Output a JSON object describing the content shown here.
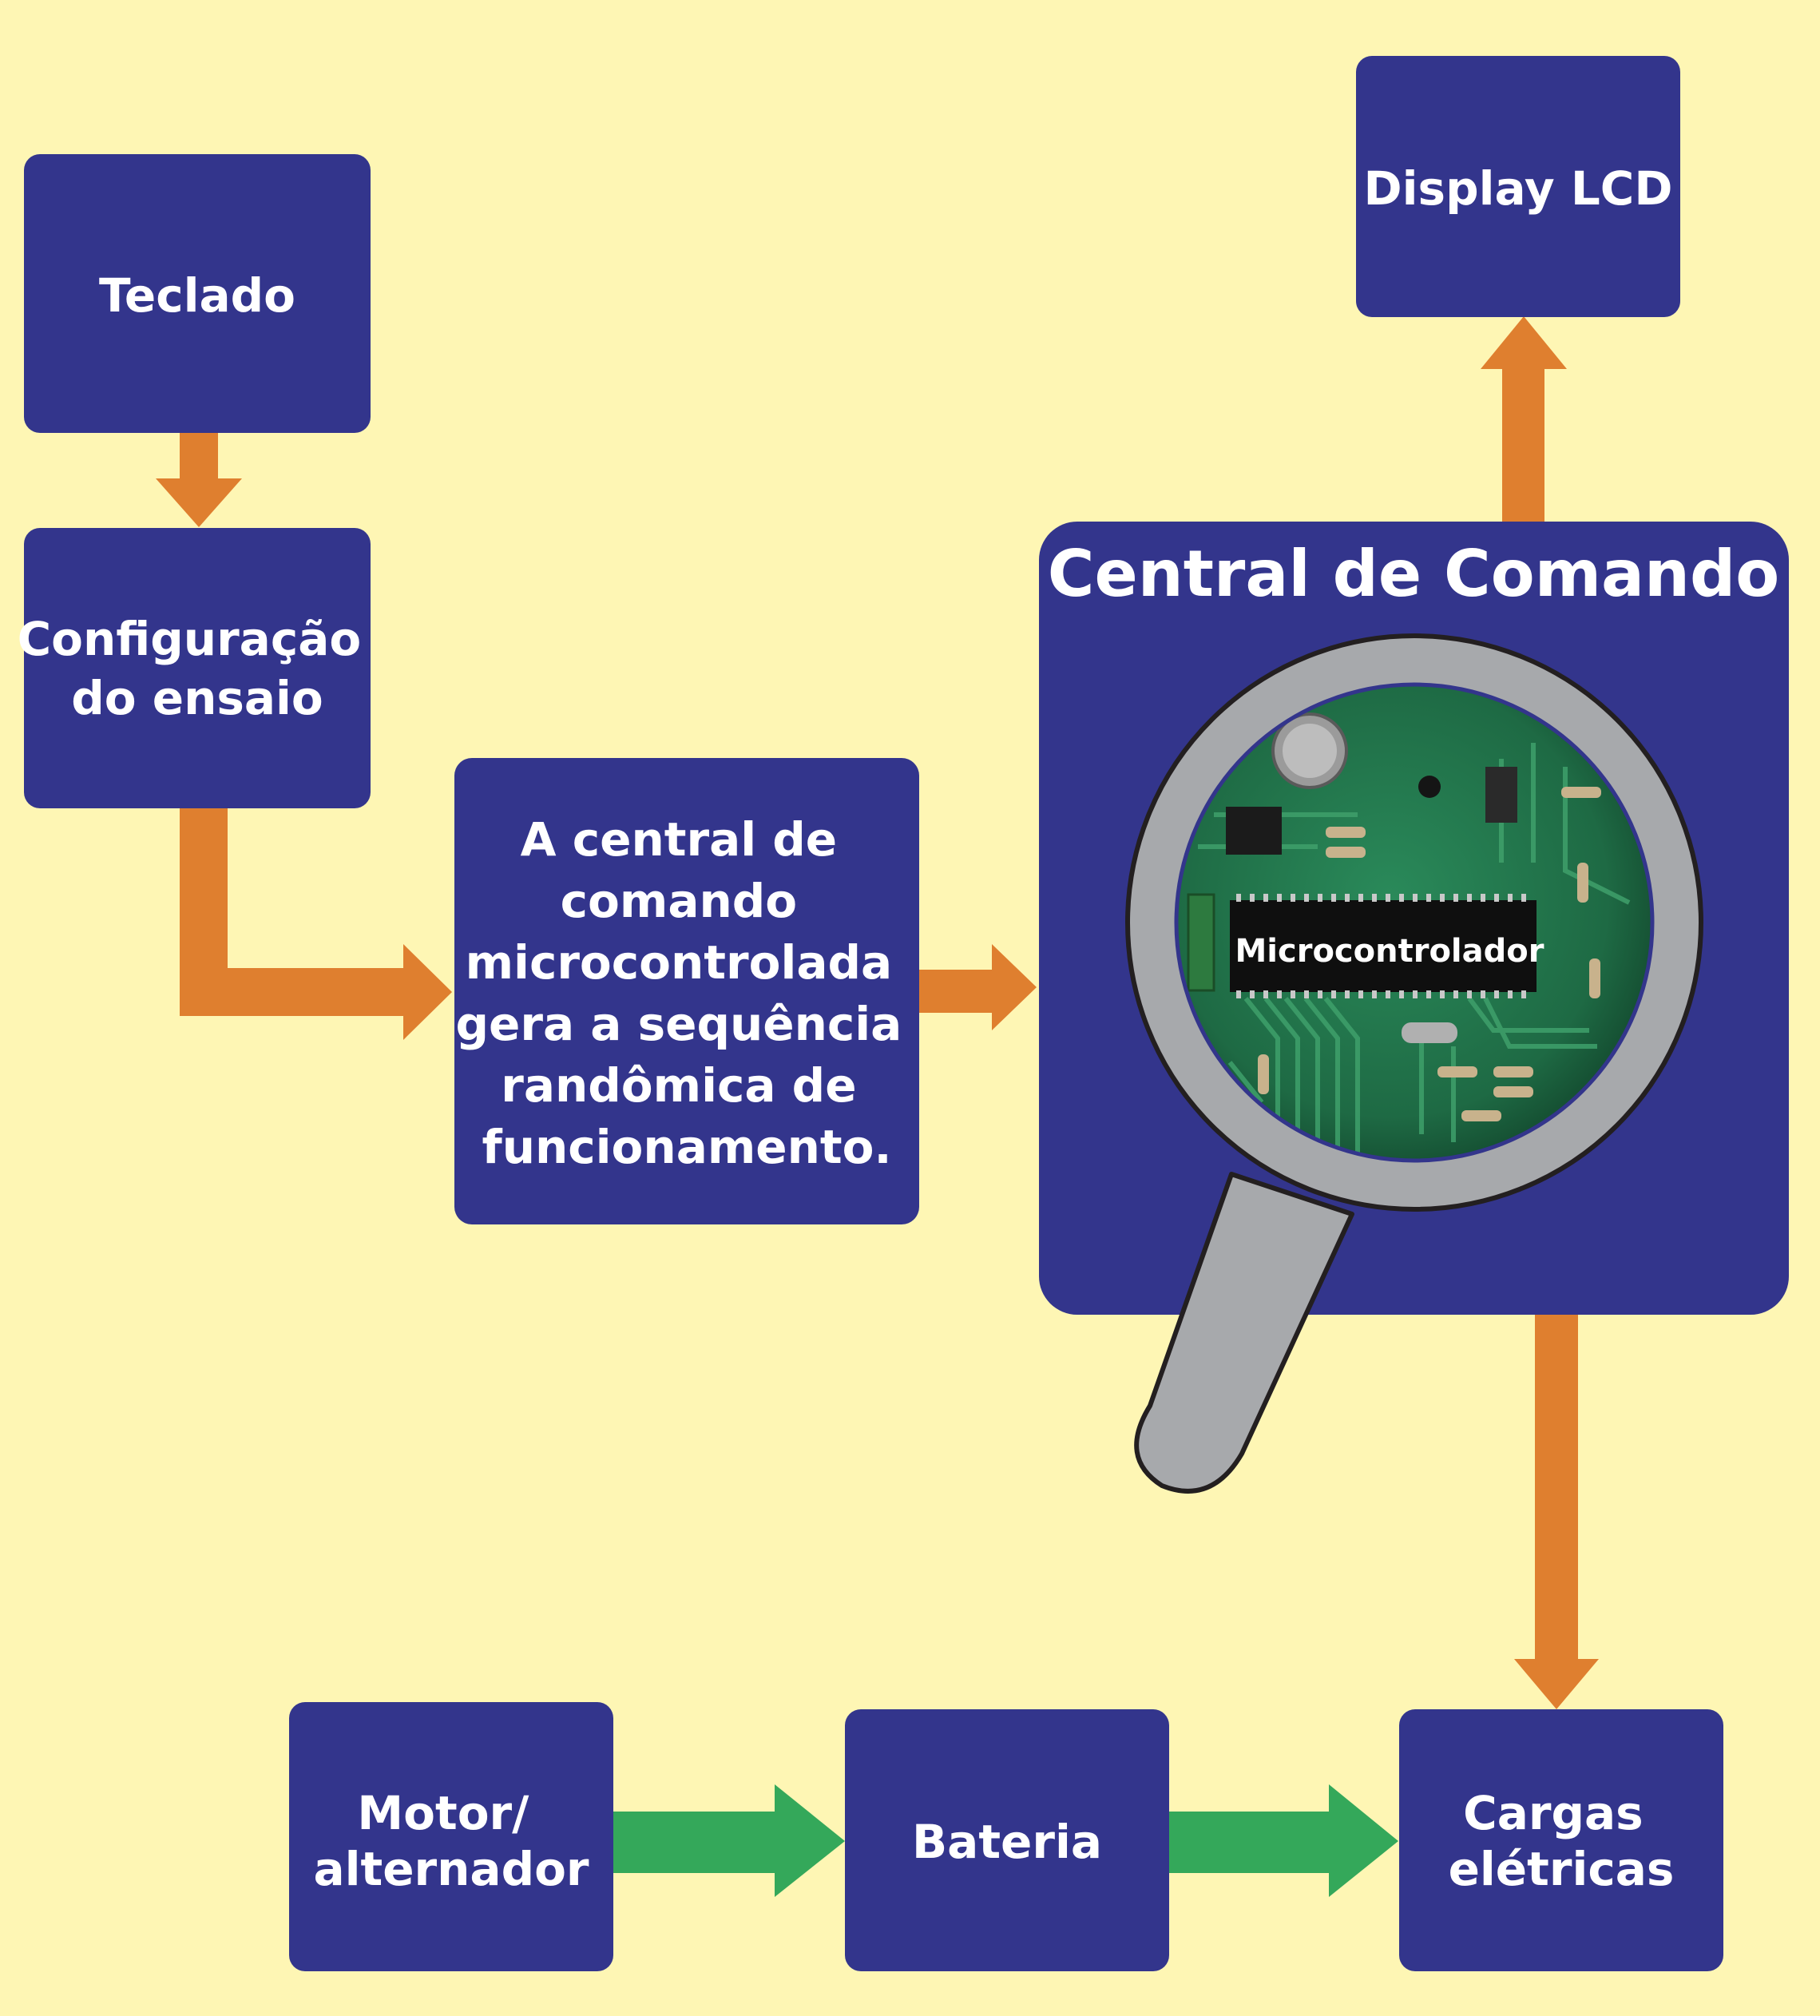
{
  "colors": {
    "background": "#fef6b4",
    "box": "#33358c",
    "arrow_control": "#df7f2f",
    "arrow_power": "#34a85a",
    "text": "#ffffff",
    "lens_ring": "#a7a9ac",
    "lens_outline": "#231f20",
    "pcb_green": "#1f6b45"
  },
  "boxes": {
    "teclado": {
      "label": "Teclado"
    },
    "configuracao": {
      "lines": [
        "Configuração",
        "do ensaio"
      ]
    },
    "sequencia": {
      "lines": [
        "A central de",
        "comando",
        "microcontrolada",
        "gera a sequência",
        "randômica de",
        "funcionamento."
      ]
    },
    "display": {
      "label": "Display LCD"
    },
    "central": {
      "title": "Central de Comando"
    },
    "motor": {
      "lines": [
        "Motor/",
        "alternador"
      ]
    },
    "bateria": {
      "label": "Bateria"
    },
    "cargas": {
      "lines": [
        "Cargas",
        "elétricas"
      ]
    }
  },
  "magnifier": {
    "chip_label": "Microcontrolador",
    "icon": "magnifying-glass-icon"
  }
}
